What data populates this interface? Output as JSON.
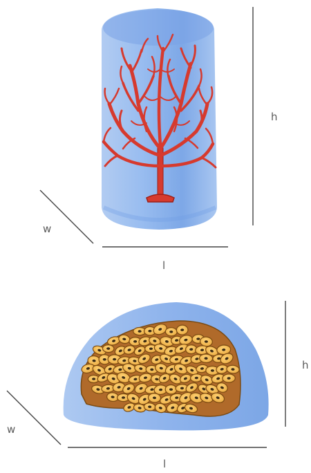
{
  "figure_top": {
    "label_h": "h",
    "label_w": "w",
    "label_l": "l",
    "subject_icon": "branching-red-coral-icon",
    "container_shape": "cylinder",
    "colors": {
      "container": "#86aee9",
      "subject": "#d63a2e",
      "subject_outline": "#9c1e16",
      "dimension_line": "#444444"
    }
  },
  "figure_bottom": {
    "label_h": "h",
    "label_w": "w",
    "label_l": "l",
    "subject_icon": "mound-coral-polyps-icon",
    "container_shape": "half-dome",
    "colors": {
      "container": "#86aee9",
      "subject": "#f2b64a",
      "subject_outline": "#7a4a12",
      "subject_base": "#b06a2a",
      "polyp_center": "#3a2a14",
      "dimension_line": "#444444"
    }
  }
}
